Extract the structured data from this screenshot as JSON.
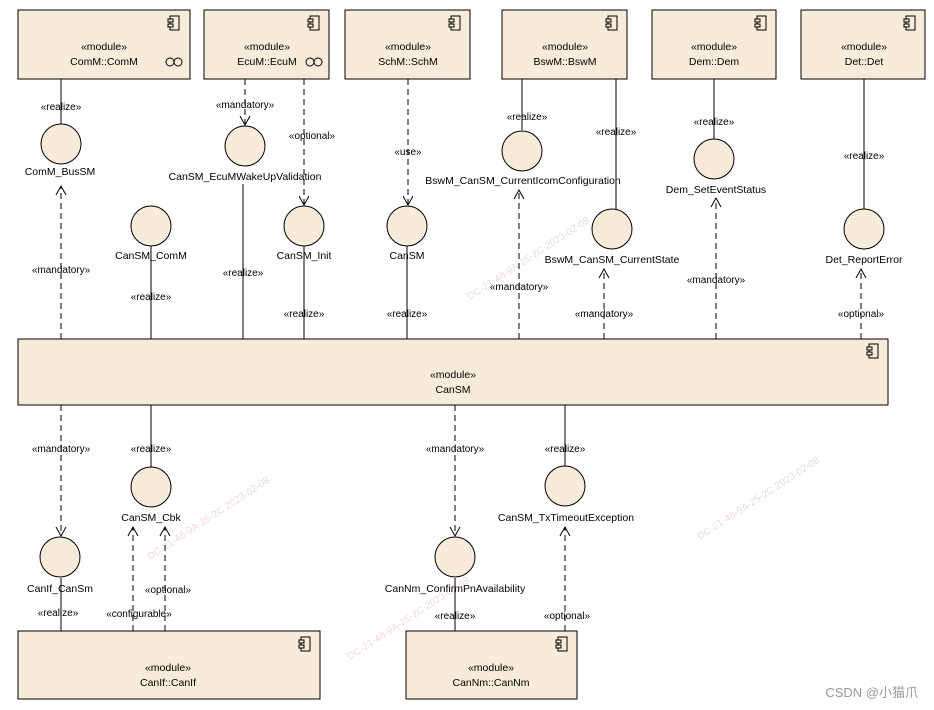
{
  "diagram": {
    "modules": {
      "comm": {
        "stereotype": "«module»",
        "name": "ComM::ComM"
      },
      "ecum": {
        "stereotype": "«module»",
        "name": "EcuM::EcuM"
      },
      "schm": {
        "stereotype": "«module»",
        "name": "SchM::SchM"
      },
      "bswm": {
        "stereotype": "«module»",
        "name": "BswM::BswM"
      },
      "dem": {
        "stereotype": "«module»",
        "name": "Dem::Dem"
      },
      "det": {
        "stereotype": "«module»",
        "name": "Det::Det"
      },
      "cansm": {
        "stereotype": "«module»",
        "name": "CanSM"
      },
      "canif": {
        "stereotype": "«module»",
        "name": "CanIf::CanIf"
      },
      "cannm": {
        "stereotype": "«module»",
        "name": "CanNm::CanNm"
      }
    },
    "interfaces": {
      "comm_bussm": "ComM_BusSM",
      "cansm_ecumwakeupvalidation": "CanSM_EcuMWakeUpValidation",
      "cansm_init": "CanSM_Init",
      "cansm_comm": "CanSM_ComM",
      "cansm": "CanSM",
      "bswm_cansm_currenticomconfiguration": "BswM_CanSM_CurrentIcomConfiguration",
      "bswm_cansm_currentstate": "BswM_CanSM_CurrentState",
      "dem_seteventstatus": "Dem_SetEventStatus",
      "det_reporterror": "Det_ReportError",
      "canif_cansm": "CanIf_CanSm",
      "cansm_cbk": "CanSM_Cbk",
      "cannm_confirmpnavailability": "CanNm_ConfirmPnAvailability",
      "cansm_txtimeoutexception": "CanSM_TxTimeoutException"
    },
    "edge_labels": {
      "realize": "«realize»",
      "mandatory": "«mandatory»",
      "optional": "«optional»",
      "use": "«use»",
      "configurable": "«configurable»"
    },
    "watermark": {
      "csdn": "CSDN @小猫爪",
      "diagonal": "DC-21-48-9A-25-2C 2023-02-08"
    }
  }
}
